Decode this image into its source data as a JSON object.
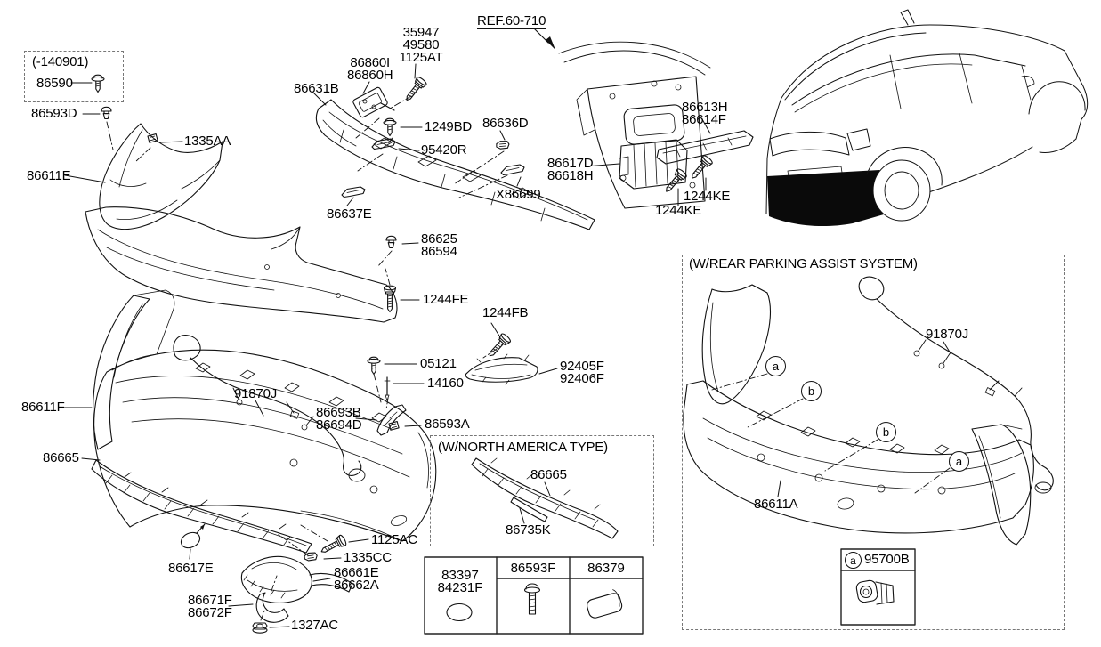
{
  "legacy_box": {
    "date_note": "(-140901)"
  },
  "ref": {
    "label": "REF.60-710"
  },
  "labels": {
    "86590": "86590",
    "86593D": "86593D",
    "1335AA": "1335AA",
    "86611E": "86611E",
    "86631B": "86631B",
    "86860I": "86860I",
    "86860H": "86860H",
    "35947": "35947",
    "49580": "49580",
    "1125AT": "1125AT",
    "1249BD": "1249BD",
    "95420R": "95420R",
    "86636D": "86636D",
    "X86699": "X86699",
    "86637E": "86637E",
    "86613H": "86613H",
    "86614F": "86614F",
    "86617D": "86617D",
    "86618H": "86618H",
    "1244KE": "1244KE",
    "86625": "86625",
    "86594": "86594",
    "1244FE": "1244FE",
    "1244FB": "1244FB",
    "05121": "05121",
    "14160": "14160",
    "92405F": "92405F",
    "92406F": "92406F",
    "91870J": "91870J",
    "86693B": "86693B",
    "86694D": "86694D",
    "86593A": "86593A",
    "86611F": "86611F",
    "86665": "86665",
    "86617E": "86617E",
    "1125AC": "1125AC",
    "1335CC": "1335CC",
    "86661E": "86661E",
    "86662A": "86662A",
    "86671F": "86671F",
    "86672F": "86672F",
    "1327AC": "1327AC",
    "86735K": "86735K",
    "86611A": "86611A",
    "95700B": "95700B"
  },
  "sections": {
    "north_america_box": {
      "title": "(W/NORTH AMERICA TYPE)"
    },
    "parking_assist_box": {
      "title": "(W/REAR PARKING ASSIST SYSTEM)",
      "callout_a": "a",
      "callout_b": "b"
    }
  },
  "fastener_table": {
    "col1_line1": "83397",
    "col1_line2": "84231F",
    "col2_header": "86593F",
    "col3_header": "86379"
  },
  "colors": {
    "line": "#111111",
    "dash_border": "#777777",
    "bumper_highlight": "#0a0a0a"
  }
}
